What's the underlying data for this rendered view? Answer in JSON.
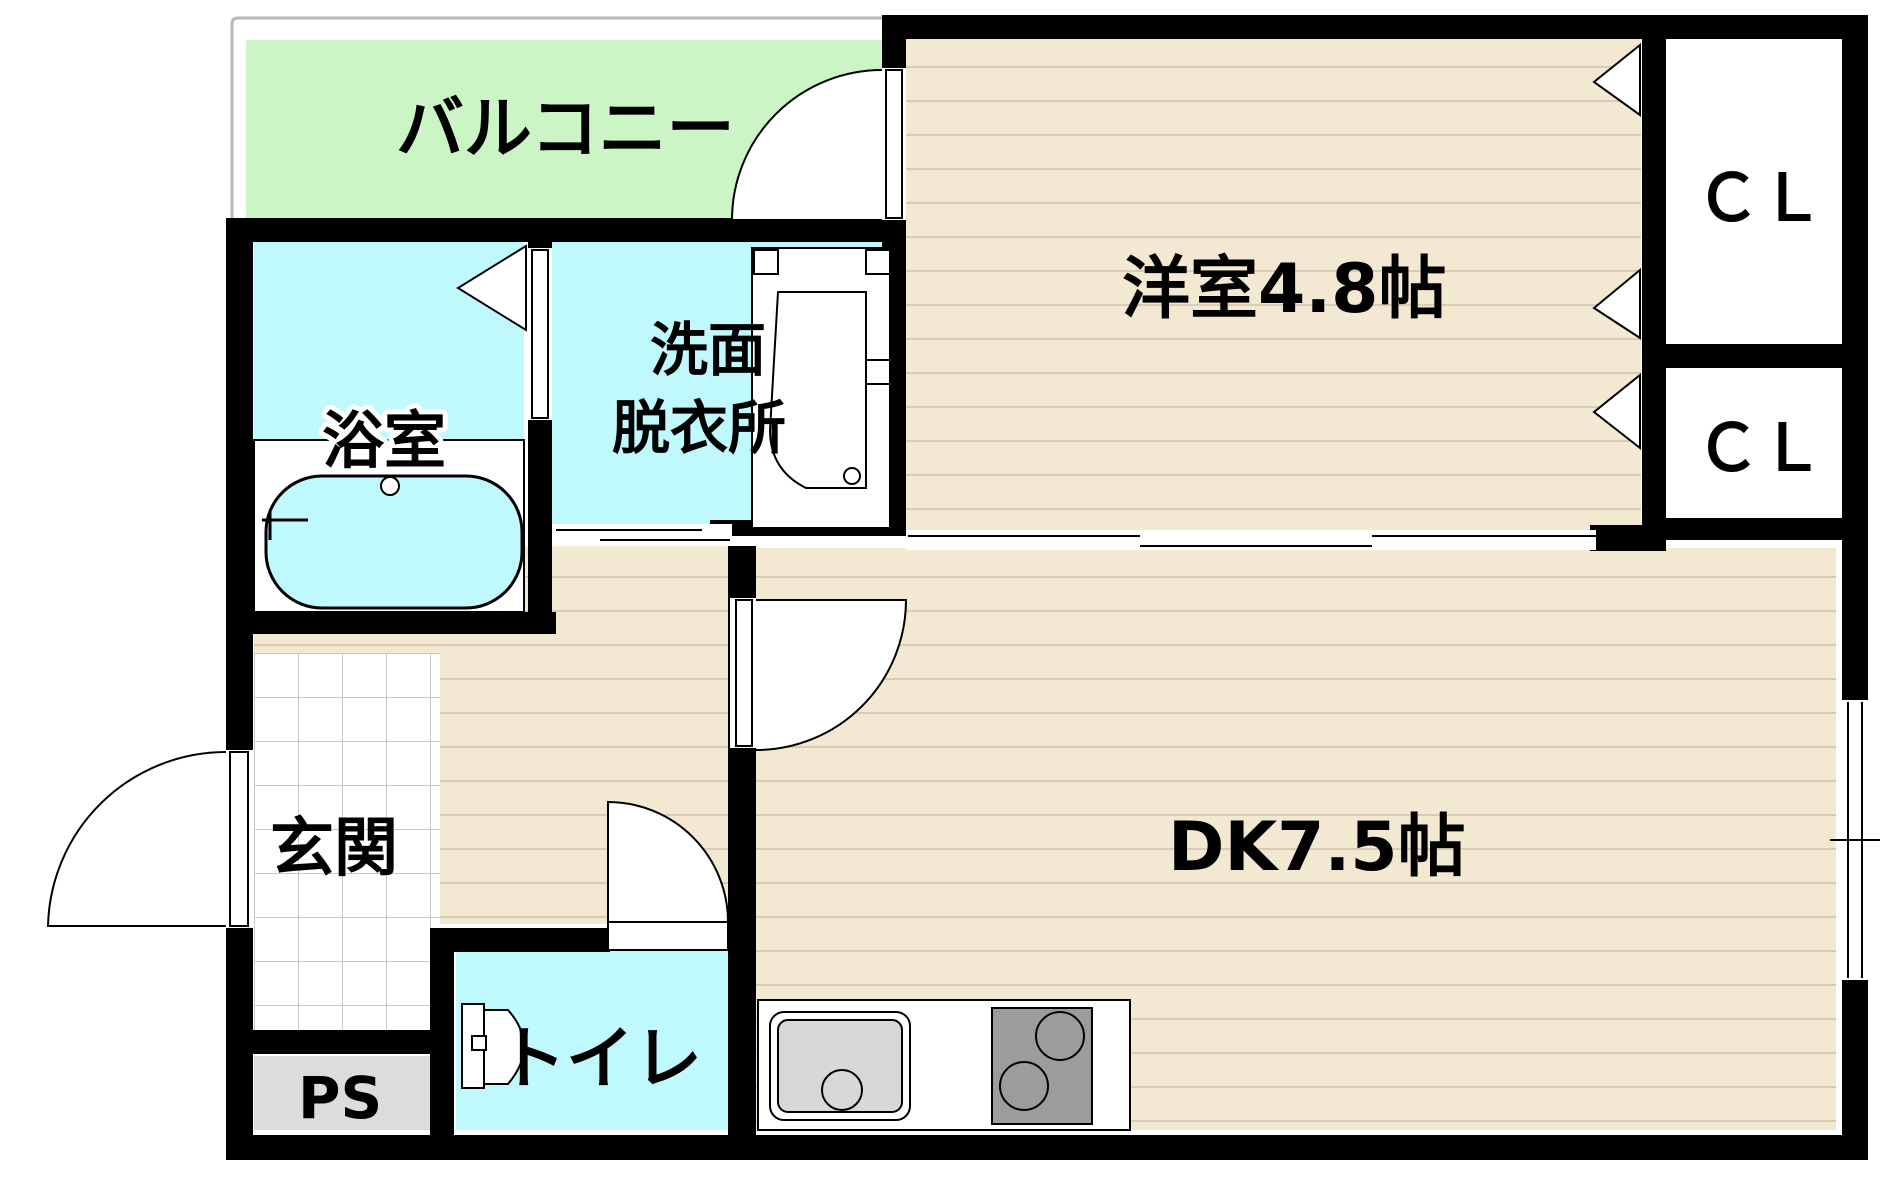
{
  "rooms": {
    "balcony": "バルコニー",
    "western_room": "洋室4.8帖",
    "closet_1": "ＣＬ",
    "closet_2": "ＣＬ",
    "bathroom": "浴室",
    "washroom_line1": "洗面",
    "washroom_line2": "脱衣所",
    "entrance": "玄関",
    "dining_kitchen": "DK7.5帖",
    "toilet": "トイレ",
    "pipe_space": "PS"
  },
  "colors": {
    "wall": "#000000",
    "wood_floor": "#f3e9d2",
    "floor_line": "#d8ccb6",
    "balcony": "#ccf5c5",
    "wet_area": "#bff9fd",
    "closet": "#ffffff",
    "entrance_tile": "#ffffff",
    "ps": "#dcdcdc",
    "stove": "#9c9c9c"
  }
}
